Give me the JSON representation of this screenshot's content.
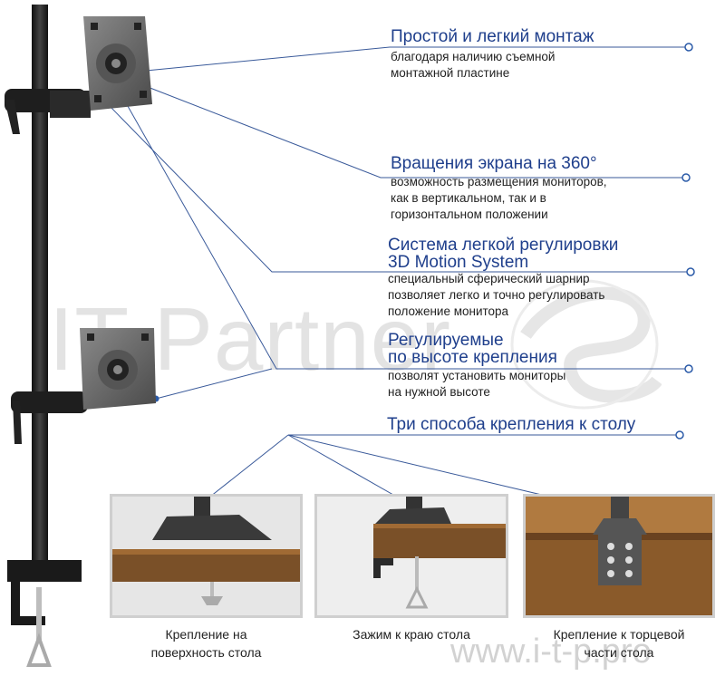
{
  "watermark": "IT Partner",
  "site_url": "www.i-t-p.pro",
  "features": [
    {
      "title": "Простой и легкий монтаж",
      "desc": [
        "благодаря наличию съемной",
        "монтажной пластине"
      ]
    },
    {
      "title": "Вращения экрана на 360°",
      "desc": [
        "возможность размещения мониторов,",
        "как в вертикальном, так и в",
        "горизонтальном положении"
      ]
    },
    {
      "title": [
        "Система легкой регулировки",
        "3D Motion System"
      ],
      "desc": [
        "специальный сферический шарнир",
        "позволяет легко и точно регулировать",
        "положение монитора"
      ]
    },
    {
      "title": [
        "Регулируемые",
        "по высоте крепления"
      ],
      "desc": [
        "позволят установить мониторы",
        "на нужной высоте"
      ]
    },
    {
      "title": "Три способа крепления к столу"
    }
  ],
  "mounts": [
    {
      "caption": [
        "Крепление на",
        "поверхность стола"
      ]
    },
    {
      "caption": [
        "Зажим к краю стола"
      ]
    },
    {
      "caption": [
        "Крепление к торцевой",
        "части стола"
      ]
    }
  ],
  "colors": {
    "accent": "#1f3f8c",
    "wood": "#8a5a2a",
    "metal": "#3a3a3a"
  }
}
